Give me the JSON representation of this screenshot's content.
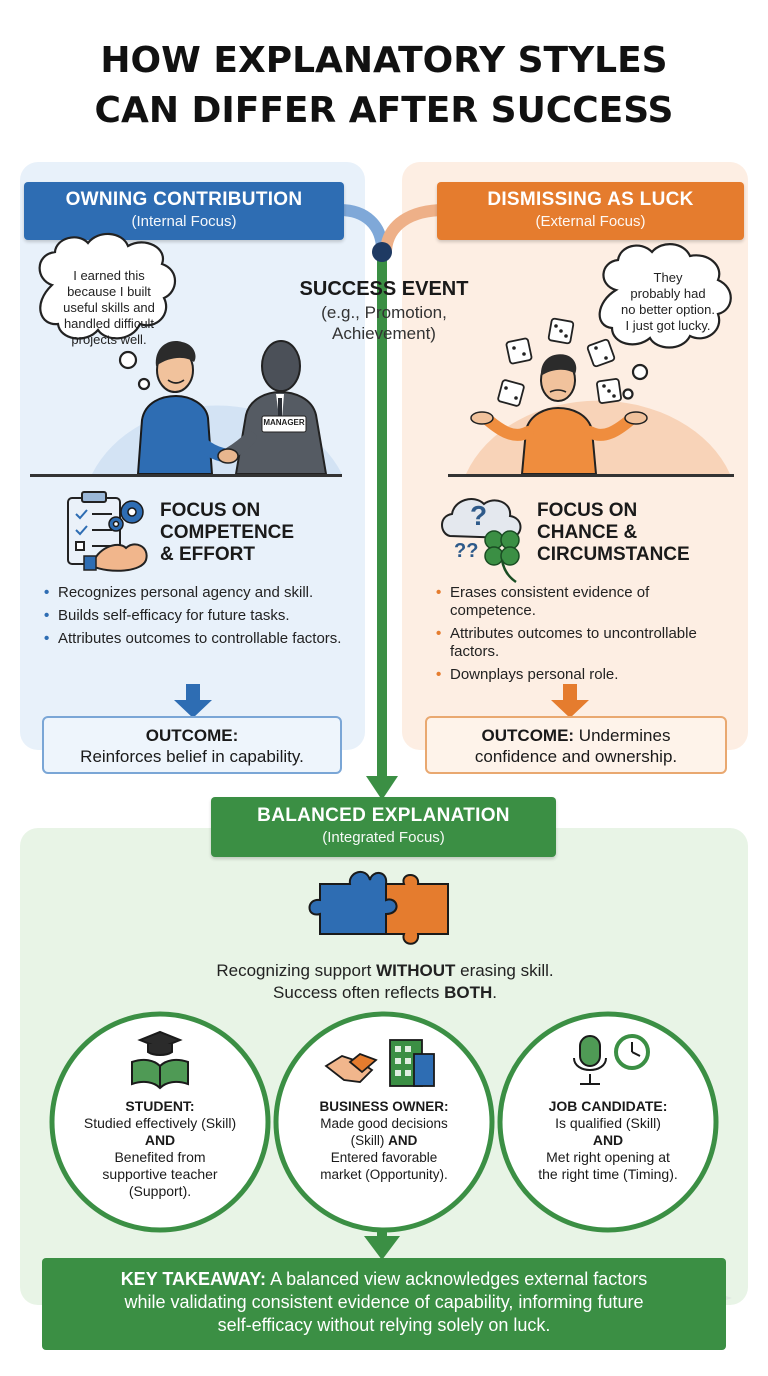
{
  "title": {
    "line1": "HOW EXPLANATORY STYLES",
    "line2": "CAN DIFFER AFTER SUCCESS"
  },
  "left": {
    "header": "OWNING CONTRIBUTION",
    "subheader": "(Internal Focus)",
    "thought": [
      "I earned this",
      "because I built",
      "useful skills and",
      "handled difficult",
      "projects well."
    ],
    "manager_badge": "MANAGER",
    "focus_title": [
      "FOCUS ON",
      "COMPETENCE",
      "& EFFORT"
    ],
    "bullets": [
      "Recognizes personal agency and skill.",
      "Builds self-efficacy for future tasks.",
      "Attributes outcomes to controllable factors."
    ],
    "outcome_label": "OUTCOME:",
    "outcome_text": "Reinforces belief in capability."
  },
  "center": {
    "label": "SUCCESS EVENT",
    "example_line1": "(e.g., Promotion,",
    "example_line2": "Achievement)"
  },
  "right": {
    "header": "DISMISSING AS LUCK",
    "subheader": "(External Focus)",
    "thought": [
      "They",
      "probably had",
      "no better option.",
      "I just got lucky."
    ],
    "focus_title": [
      "FOCUS ON",
      "CHANCE &",
      "CIRCUMSTANCE"
    ],
    "bullets": [
      "Erases consistent evidence of competence.",
      "Attributes outcomes to uncontrollable factors.",
      "Downplays personal role."
    ],
    "outcome_label": "OUTCOME:",
    "outcome_text_1": " Undermines",
    "outcome_text_2": "confidence and ownership."
  },
  "balanced": {
    "header": "BALANCED EXPLANATION",
    "subheader": "(Integrated Focus)",
    "text1_a": "Recognizing support ",
    "text1_b": "WITHOUT",
    "text1_c": " erasing skill.",
    "text2_a": "Success often reflects ",
    "text2_b": "BOTH",
    "text2_c": "."
  },
  "examples": [
    {
      "title": "STUDENT:",
      "line1": "Studied effectively (Skill)",
      "and": "AND",
      "line2": "Benefited from",
      "line3": "supportive teacher",
      "line4": "(Support)."
    },
    {
      "title": "BUSINESS OWNER:",
      "line1": "Made good decisions",
      "line2a": "(Skill) ",
      "and": "AND",
      "line3": "Entered favorable",
      "line4": "market (Opportunity)."
    },
    {
      "title": "JOB CANDIDATE:",
      "line1": "Is qualified (Skill)",
      "and": "AND",
      "line2": "Met right opening at",
      "line3": "the right time (Timing)."
    }
  ],
  "takeaway": {
    "label": "KEY TAKEAWAY:",
    "text_1": " A balanced view acknowledges external factors",
    "text_2": "while validating consistent evidence of capability, informing future",
    "text_3": "self-efficacy without relying solely on luck."
  },
  "colors": {
    "blue": "#2e6db3",
    "orange": "#e57c2e",
    "green": "#3b8f44"
  }
}
